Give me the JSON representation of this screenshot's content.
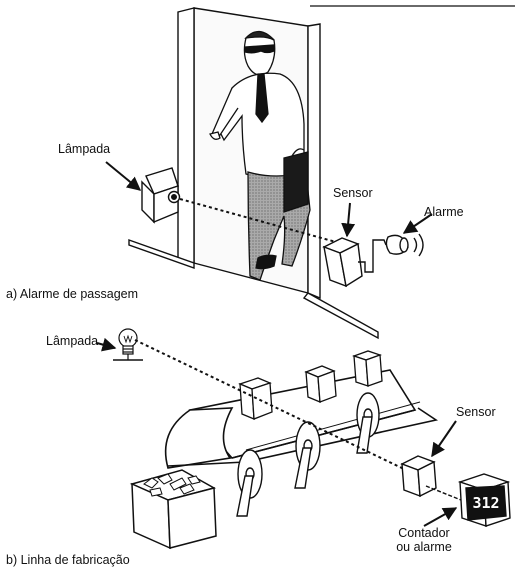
{
  "panel_a": {
    "caption": "a) Alarme de passagem",
    "lamp_label": "Lâmpada",
    "sensor_label": "Sensor",
    "alarm_label": "Alarme"
  },
  "panel_b": {
    "caption": "b) Linha de fabricação",
    "lamp_label": "Lâmpada",
    "sensor_label": "Sensor",
    "counter_label_line1": "Contador",
    "counter_label_line2": "ou alarme",
    "counter_display": "312"
  }
}
